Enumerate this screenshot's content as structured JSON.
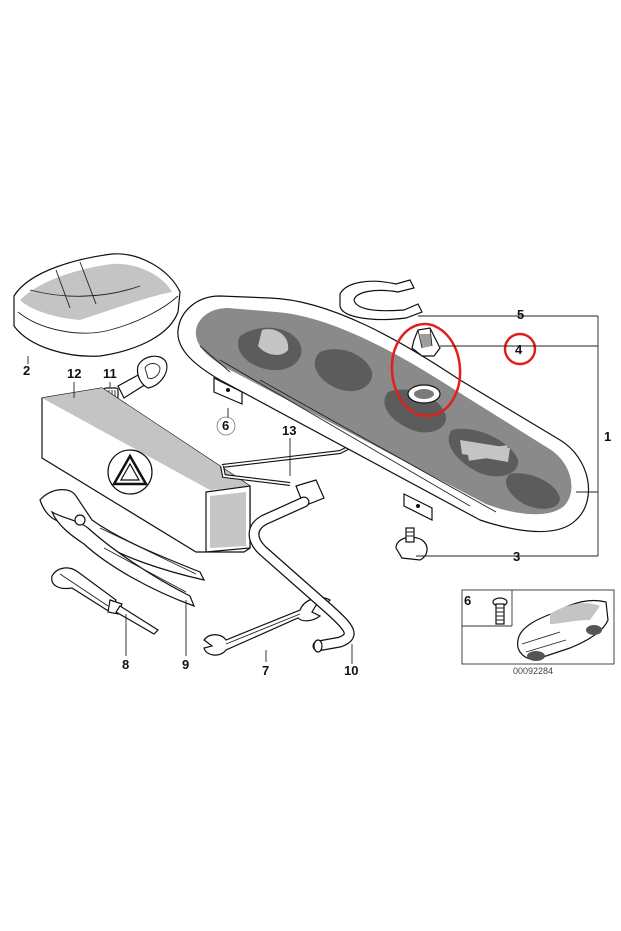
{
  "diagram": {
    "labels": {
      "p1": "1",
      "p2": "2",
      "p3": "3",
      "p4": "4",
      "p5": "5",
      "p6": "6",
      "p6b": "6",
      "p7": "7",
      "p8": "8",
      "p9": "9",
      "p10": "10",
      "p11": "11",
      "p12": "12",
      "p13": "13"
    },
    "reference_code": "00092284",
    "highlight_color": "#e0201b"
  }
}
